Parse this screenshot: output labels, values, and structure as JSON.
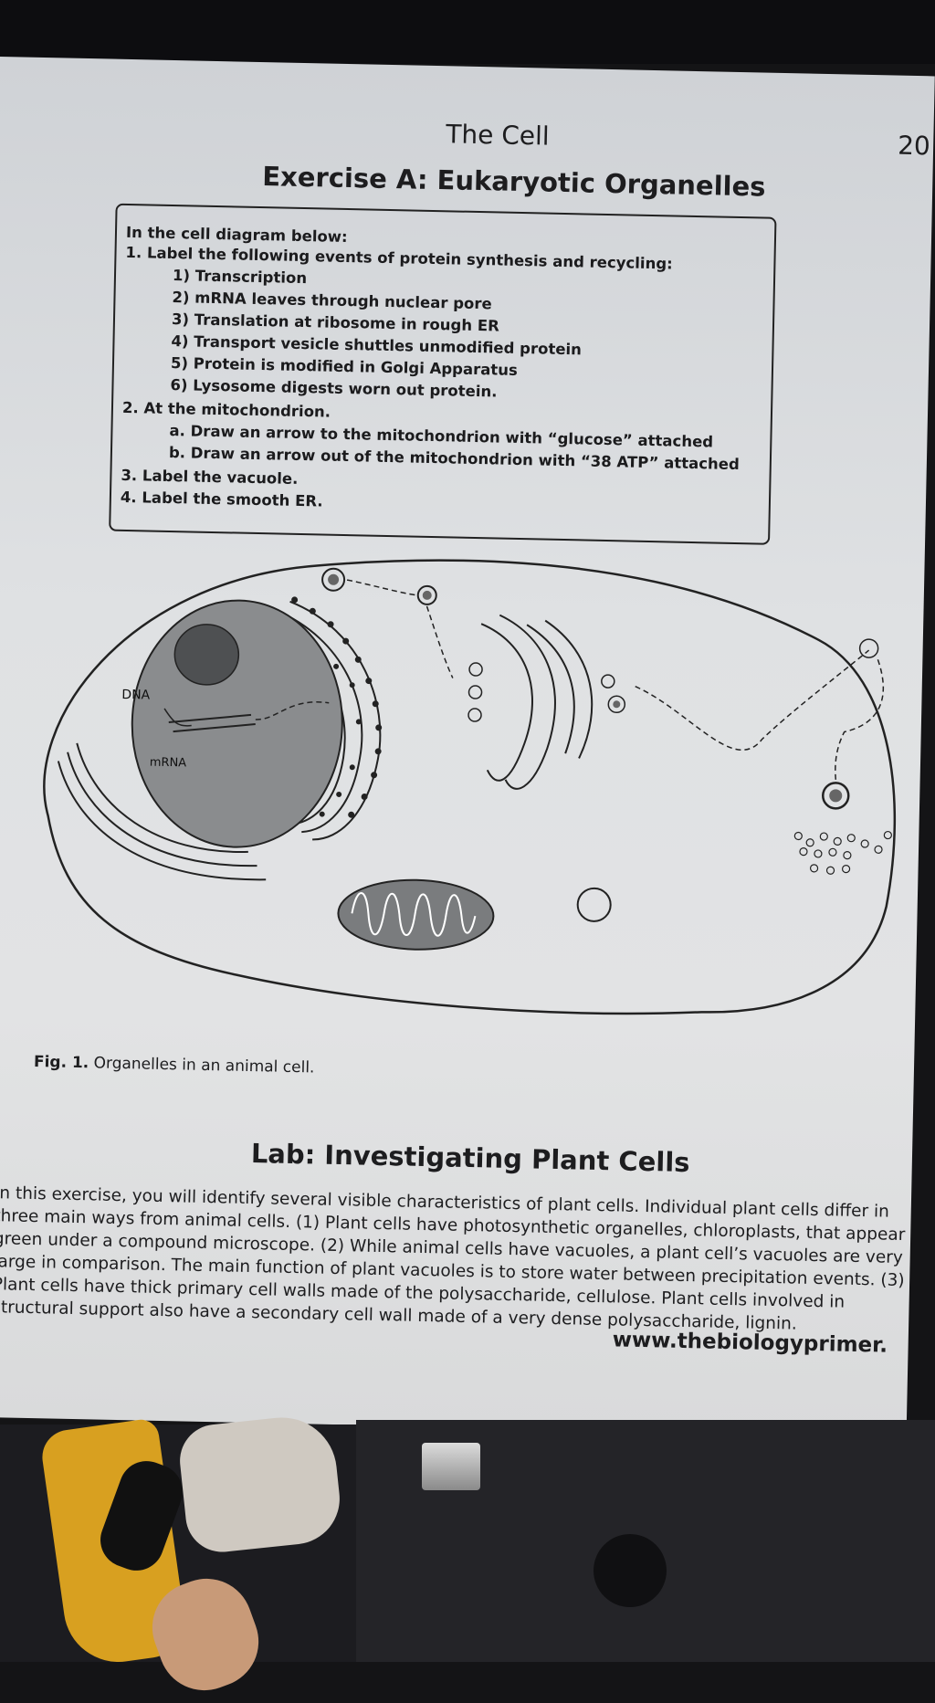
{
  "header": {
    "title": "The Cell",
    "page_number": "20"
  },
  "exercise": {
    "title": "Exercise A: Eukaryotic Organelles",
    "intro": "In the cell diagram below:",
    "q1": "1.  Label the following events of protein synthesis and recycling:",
    "q1_items": [
      "1)  Transcription",
      "2)  mRNA leaves through nuclear pore",
      "3)  Translation at ribosome in rough ER",
      "4)  Transport vesicle shuttles unmodified protein",
      "5)  Protein is modified in Golgi Apparatus",
      "6)  Lysosome digests worn out protein."
    ],
    "q2": "2.  At the mitochondrion.",
    "q2_items": [
      "a.  Draw an arrow to the mitochondrion with “glucose” attached",
      "b.  Draw an arrow out of the mitochondrion with “38 ATP” attached"
    ],
    "q3": "3.  Label the vacuole.",
    "q4": "4.  Label the smooth ER."
  },
  "diagram": {
    "dna_label": "DNA",
    "mrna_label": "mRNA",
    "caption_prefix": "Fig. 1.",
    "caption_text": " Organelles in an animal cell."
  },
  "lab": {
    "title": "Lab: Investigating Plant Cells",
    "paragraph": "In this exercise, you will identify several visible characteristics of plant cells. Individual plant cells differ in three main ways from animal cells. (1) Plant cells have photosynthetic organelles, chloroplasts, that appear green under a compound microscope. (2) While animal cells have vacuoles, a plant cell’s vacuoles are very large in comparison. The main function of plant vacuoles is to store water between precipitation events. (3) Plant cells have thick primary cell walls made of the polysaccharide, cellulose. Plant cells involved in structural support also have a secondary cell wall made of a very dense polysaccharide, lignin.",
    "url": "www.thebiologyprimer."
  }
}
